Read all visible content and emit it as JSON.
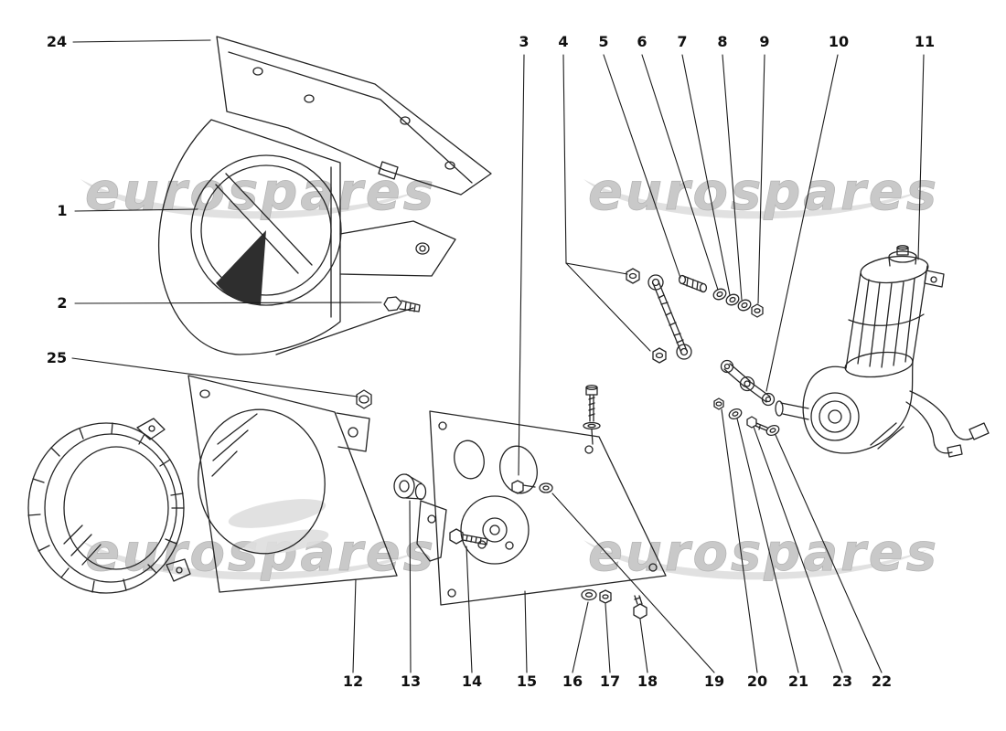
{
  "diagram": {
    "background_color": "#ffffff",
    "line_color": "#242424",
    "watermark": {
      "text": "eurospares",
      "color": "#c9c9c9",
      "swoosh_color": "#dedede"
    },
    "callouts": {
      "n1": {
        "label": "1"
      },
      "n2": {
        "label": "2"
      },
      "n3": {
        "label": "3"
      },
      "n4": {
        "label": "4"
      },
      "n5": {
        "label": "5"
      },
      "n6": {
        "label": "6"
      },
      "n7": {
        "label": "7"
      },
      "n8": {
        "label": "8"
      },
      "n9": {
        "label": "9"
      },
      "n10": {
        "label": "10"
      },
      "n11": {
        "label": "11"
      },
      "n12": {
        "label": "12"
      },
      "n13": {
        "label": "13"
      },
      "n14": {
        "label": "14"
      },
      "n15": {
        "label": "15"
      },
      "n16": {
        "label": "16"
      },
      "n17": {
        "label": "17"
      },
      "n18": {
        "label": "18"
      },
      "n19": {
        "label": "19"
      },
      "n20": {
        "label": "20"
      },
      "n21": {
        "label": "21"
      },
      "n22": {
        "label": "22"
      },
      "n23": {
        "label": "23"
      },
      "n24": {
        "label": "24"
      },
      "n25": {
        "label": "25"
      }
    }
  }
}
